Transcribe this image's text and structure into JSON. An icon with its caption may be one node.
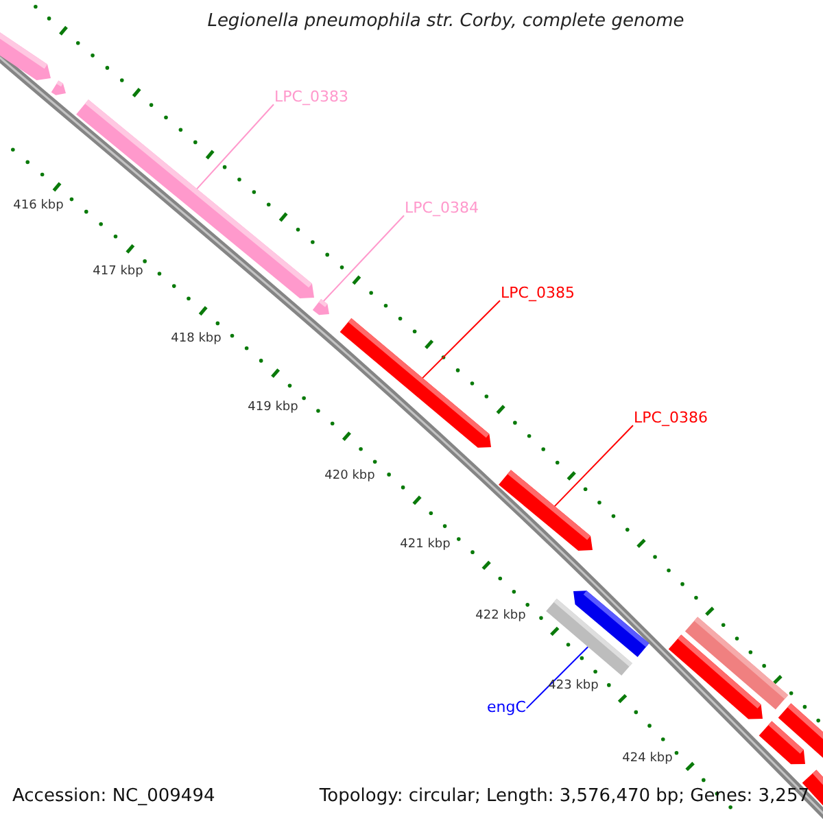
{
  "diagram": {
    "title": "Legionella pneumophila str. Corby, complete genome",
    "nodes": [
      {
        "text": [],
        "shape": "pentagon"
      },
      {
        "text": [],
        "shape": "pentagon"
      },
      {
        "text": [
          "LPC_0383"
        ]
      },
      {
        "text": [],
        "shape": "pentagon"
      },
      {
        "text": [
          "LPC_0384"
        ]
      },
      {
        "text": [],
        "shape": "pentagon"
      },
      {
        "text": [
          "LPC_0385"
        ]
      },
      {
        "text": [],
        "shape": "pentagon"
      },
      {
        "text": [
          "LPC_0386"
        ]
      },
      {
        "text": [],
        "shape": "pentagon"
      },
      {
        "text": [],
        "shape": "pentagon"
      },
      {
        "text": [],
        "shape": "bar"
      },
      {
        "text": [
          "engC"
        ]
      },
      {
        "text": [],
        "shape": "bar"
      },
      {
        "text": [],
        "shape": "pentagon"
      },
      {
        "text": [],
        "shape": "pentagon"
      },
      {
        "text": [],
        "shape": "pentagon"
      },
      {
        "text": [],
        "shape": "pentagon"
      }
    ],
    "edges": [
      {
        "from": 2,
        "to": 3,
        "arrow": "none",
        "color": "#ff99cc"
      },
      {
        "from": 4,
        "to": 5,
        "arrow": "none",
        "color": "#ff99cc"
      },
      {
        "from": 6,
        "to": 7,
        "arrow": "none",
        "color": "#ff0000"
      },
      {
        "from": 8,
        "to": 9,
        "arrow": "none",
        "color": "#ff0000"
      },
      {
        "from": 12,
        "to": 11,
        "arrow": "none",
        "color": "#0000ff"
      }
    ],
    "labels": [
      "416 kbp",
      "417 kbp",
      "418 kbp",
      "419 kbp",
      "420 kbp",
      "421 kbp",
      "422 kbp",
      "423 kbp",
      "424 kbp",
      "Accession: NC_009494",
      "Topology: circular; Length: 3,576,470 bp; Genes: 3,257"
    ]
  }
}
